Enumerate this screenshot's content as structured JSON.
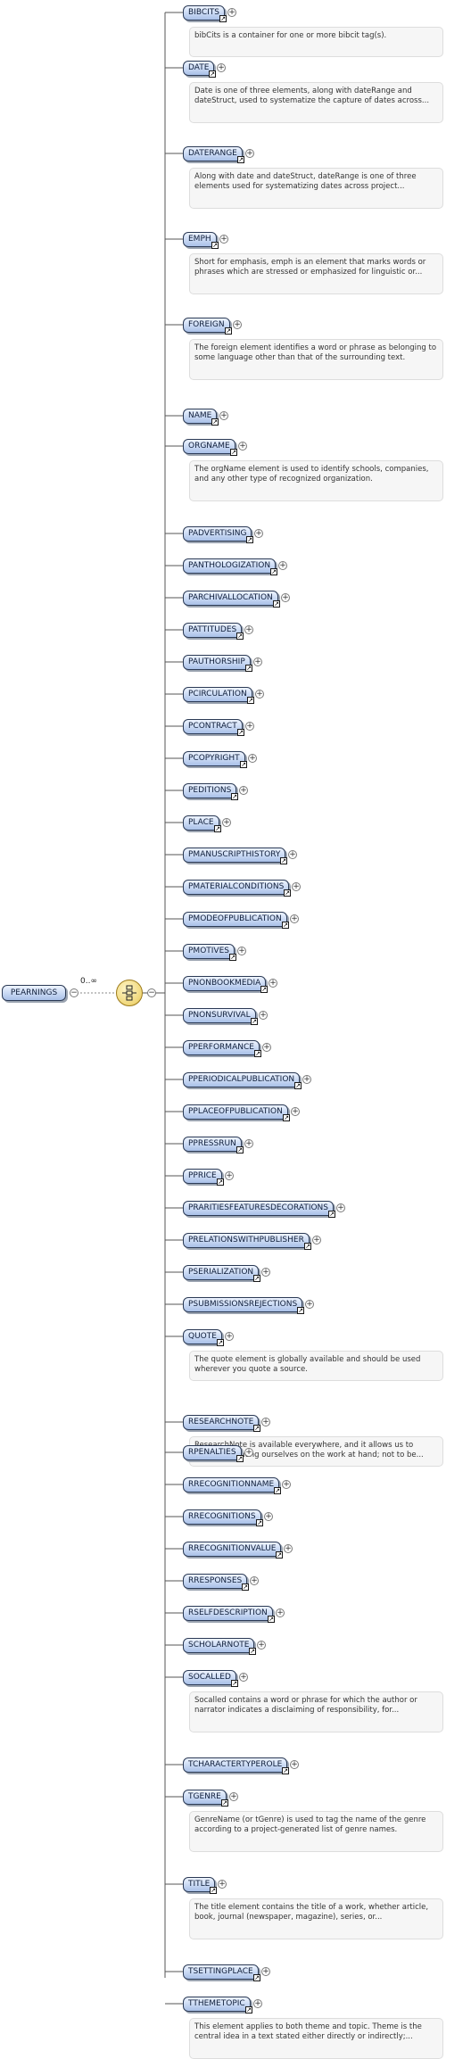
{
  "diagram": {
    "root": {
      "label": "PEARNINGS"
    },
    "occurrence": "0..∞",
    "compositor_icon": "choice-icon",
    "children": [
      {
        "name": "BIBCITS",
        "doc": "bibCits is a container for one or more bibcit tag(s)."
      },
      {
        "name": "DATE",
        "doc": "Date is one of three elements, along with dateRange and dateStruct, used to systematize the capture of dates across..."
      },
      {
        "name": "DATERANGE",
        "doc": "Along with date and dateStruct, dateRange is one of three elements used for systematizing dates across project..."
      },
      {
        "name": "EMPH",
        "doc": "Short for emphasis, emph is an element that marks words or phrases which are stressed or emphasized for linguistic or..."
      },
      {
        "name": "FOREIGN",
        "doc": "The foreign element identifies a word or phrase as belonging to some language other than that of the surrounding text."
      },
      {
        "name": "NAME",
        "doc": ""
      },
      {
        "name": "ORGNAME",
        "doc": "The orgName element is used to identify schools, companies, and any other type of recognized organization."
      },
      {
        "name": "PADVERTISING",
        "doc": ""
      },
      {
        "name": "PANTHOLOGIZATION",
        "doc": ""
      },
      {
        "name": "PARCHIVALLOCATION",
        "doc": ""
      },
      {
        "name": "PATTITUDES",
        "doc": ""
      },
      {
        "name": "PAUTHORSHIP",
        "doc": ""
      },
      {
        "name": "PCIRCULATION",
        "doc": ""
      },
      {
        "name": "PCONTRACT",
        "doc": ""
      },
      {
        "name": "PCOPYRIGHT",
        "doc": ""
      },
      {
        "name": "PEDITIONS",
        "doc": ""
      },
      {
        "name": "PLACE",
        "doc": ""
      },
      {
        "name": "PMANUSCRIPTHISTORY",
        "doc": ""
      },
      {
        "name": "PMATERIALCONDITIONS",
        "doc": ""
      },
      {
        "name": "PMODEOFPUBLICATION",
        "doc": ""
      },
      {
        "name": "PMOTIVES",
        "doc": ""
      },
      {
        "name": "PNONBOOKMEDIA",
        "doc": ""
      },
      {
        "name": "PNONSURVIVAL",
        "doc": ""
      },
      {
        "name": "PPERFORMANCE",
        "doc": ""
      },
      {
        "name": "PPERIODICALPUBLICATION",
        "doc": ""
      },
      {
        "name": "PPLACEOFPUBLICATION",
        "doc": ""
      },
      {
        "name": "PPRESSRUN",
        "doc": ""
      },
      {
        "name": "PPRICE",
        "doc": ""
      },
      {
        "name": "PRARITIESFEATURESDECORATIONS",
        "doc": ""
      },
      {
        "name": "PRELATIONSWITHPUBLISHER",
        "doc": ""
      },
      {
        "name": "PSERIALIZATION",
        "doc": ""
      },
      {
        "name": "PSUBMISSIONSREJECTIONS",
        "doc": ""
      },
      {
        "name": "QUOTE",
        "doc": "The quote element is globally available and should be used wherever you quote a source."
      },
      {
        "name": "RESEARCHNOTE",
        "doc": "ResearchNote is available everywhere, and it allows us to comment among ourselves on the work at hand; not to be..."
      },
      {
        "name": "RPENALTIES",
        "doc": ""
      },
      {
        "name": "RRECOGNITIONNAME",
        "doc": ""
      },
      {
        "name": "RRECOGNITIONS",
        "doc": ""
      },
      {
        "name": "RRECOGNITIONVALUE",
        "doc": ""
      },
      {
        "name": "RRESPONSES",
        "doc": ""
      },
      {
        "name": "RSELFDESCRIPTION",
        "doc": ""
      },
      {
        "name": "SCHOLARNOTE",
        "doc": ""
      },
      {
        "name": "SOCALLED",
        "doc": "Socalled contains a word or phrase for which the author or narrator indicates a disclaiming of responsibility, for..."
      },
      {
        "name": "TCHARACTERTYPEROLE",
        "doc": ""
      },
      {
        "name": "TGENRE",
        "doc": "GenreName (or tGenre) is used to tag the name of the genre according to a project-generated list of genre names."
      },
      {
        "name": "TITLE",
        "doc": "The title element contains the title of a work, whether article, book, journal (newspaper, magazine), series, or..."
      },
      {
        "name": "TSETTINGPLACE",
        "doc": ""
      },
      {
        "name": "TTHEMETOPIC",
        "doc": "This element applies to both theme and topic. Theme is the central idea in a text stated either directly or indirectly;..."
      }
    ]
  }
}
